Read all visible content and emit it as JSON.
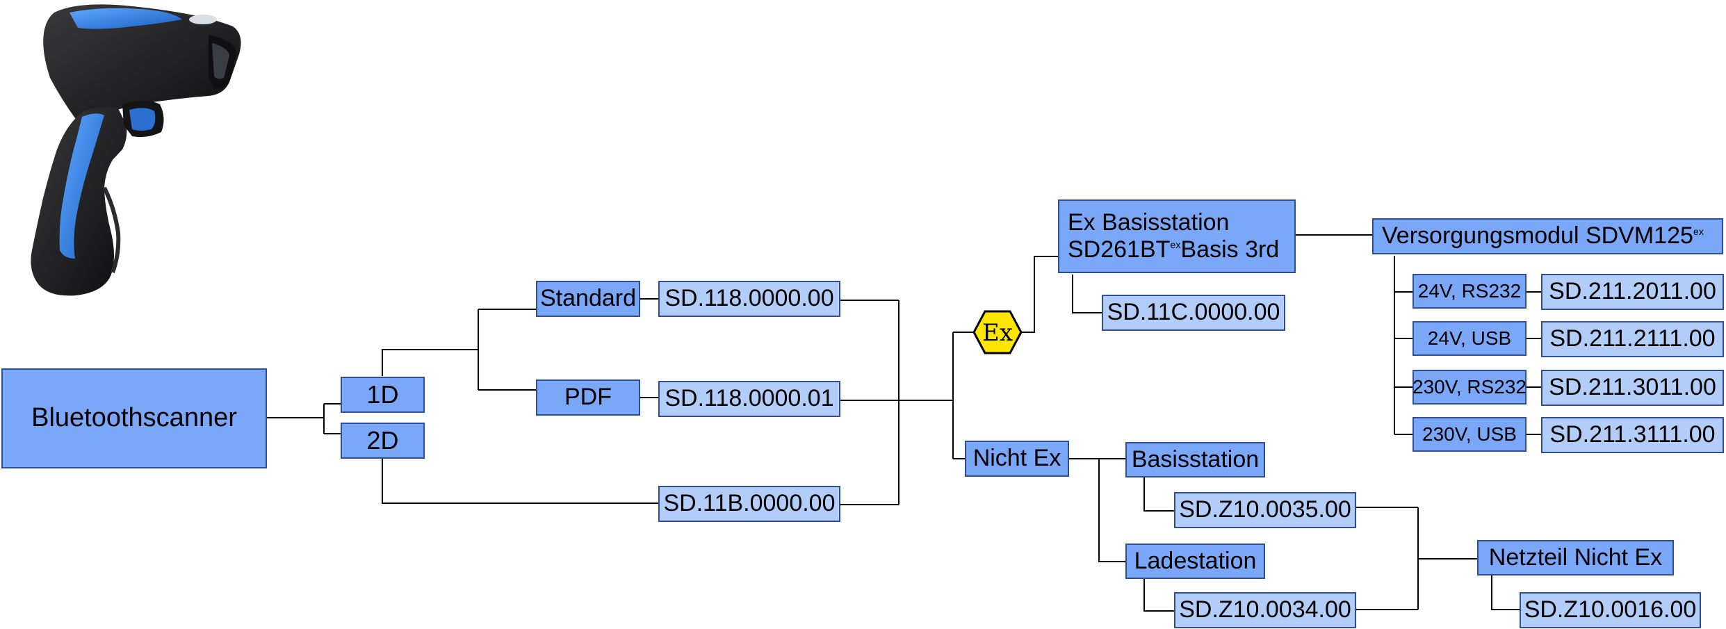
{
  "diagram": {
    "root": {
      "label": "Bluetoothscanner"
    },
    "types": {
      "d1": "1D",
      "d2": "2D"
    },
    "variants": {
      "standard": "Standard",
      "pdf": "PDF"
    },
    "scanner_codes": {
      "standard": "SD.118.0000.00",
      "pdf": "SD.118.0000.01",
      "d2": "SD.11B.0000.00"
    },
    "ex_symbol": "Ex",
    "ex_branch": {
      "base_line1": "Ex Basisstation",
      "base_line2_prefix": "SD261BT",
      "base_line2_sup": "ex",
      "base_line2_suffix": "Basis 3rd",
      "base_code": "SD.11C.0000.00",
      "supply_prefix": "Versorgungsmodul SDVM125",
      "supply_sup": "ex",
      "supply_options": [
        {
          "label": "24V, RS232",
          "code": "SD.211.2011.00"
        },
        {
          "label": "24V, USB",
          "code": "SD.211.2111.00"
        },
        {
          "label": "230V, RS232",
          "code": "SD.211.3011.00"
        },
        {
          "label": "230V, USB",
          "code": "SD.211.3111.00"
        }
      ]
    },
    "non_ex_branch": {
      "label": "Nicht Ex",
      "base": {
        "label": "Basisstation",
        "code": "SD.Z10.0035.00"
      },
      "charger": {
        "label": "Ladestation",
        "code": "SD.Z10.0034.00"
      },
      "psu": {
        "label": "Netzteil Nicht Ex",
        "code": "SD.Z10.0016.00"
      }
    }
  },
  "colors": {
    "box_dark": "#7aa7f7",
    "box_light": "#b3cdf9",
    "box_border": "#2f4f94",
    "connector": "#000000",
    "ex_sign": "#ffe600",
    "scanner_body": "#1f1f21",
    "scanner_accent": "#2f7de3"
  }
}
